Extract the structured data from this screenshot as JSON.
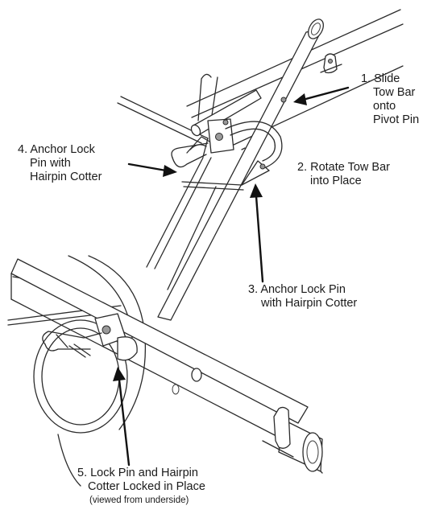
{
  "labels": {
    "step1": {
      "lines": [
        "1. Slide",
        "Tow Bar",
        "onto",
        "Pivot Pin"
      ]
    },
    "step2": {
      "lines": [
        "2. Rotate Tow Bar",
        "into Place"
      ]
    },
    "step3": {
      "lines": [
        "3. Anchor Lock Pin",
        "with Hairpin Cotter"
      ]
    },
    "step4": {
      "lines": [
        "4. Anchor Lock",
        "Pin with",
        "Hairpin Cotter"
      ]
    },
    "step5": {
      "lines": [
        "5. Lock Pin and Hairpin",
        "Cotter Locked in Place"
      ],
      "note": "(viewed from underside)"
    }
  },
  "colors": {
    "ink": "#2b2b2b",
    "arrow": "#111111",
    "background": "#ffffff"
  }
}
